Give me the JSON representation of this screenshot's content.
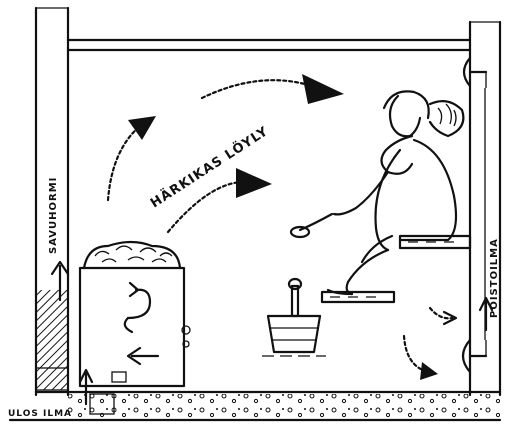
{
  "labels": {
    "hot_steam": "HÄRKIKAS LÖYLY",
    "chimney": "SAVUHORMI",
    "exhaust": "POISTOILMA",
    "intake": "ULOS ILMA"
  }
}
